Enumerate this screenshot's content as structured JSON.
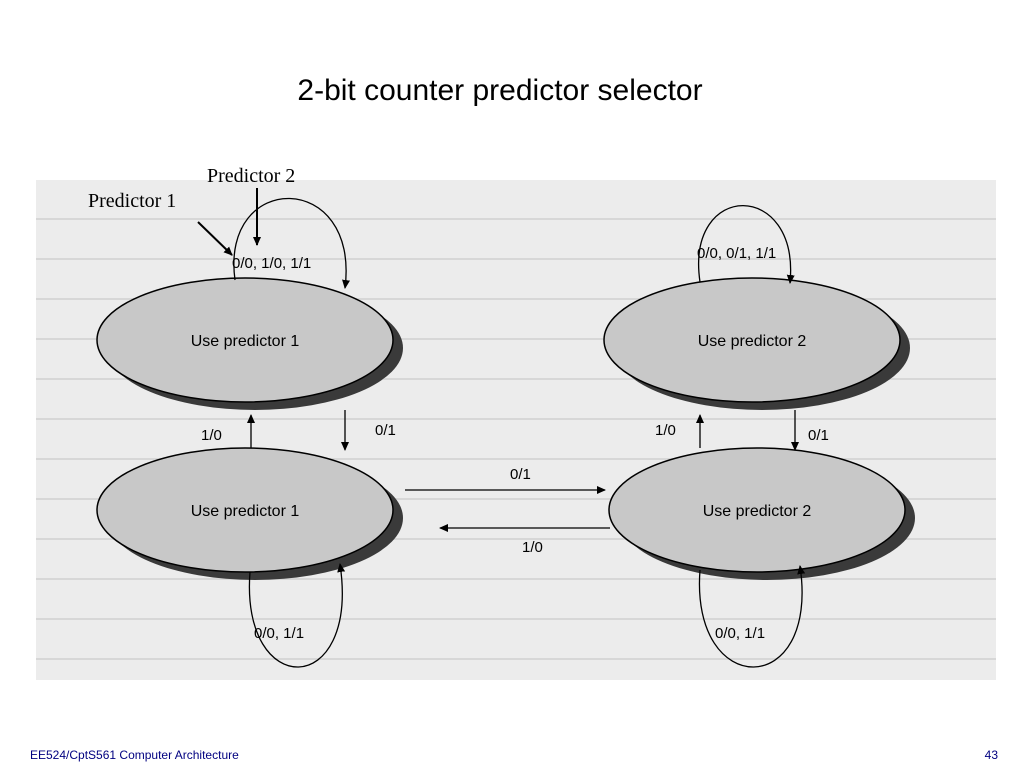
{
  "slide": {
    "title": "2-bit counter predictor selector",
    "footer_left": "EE524/CptS561 Computer Architecture",
    "page_number": "43"
  },
  "annotations": {
    "predictor_1": "Predictor 1",
    "predictor_2": "Predictor 2"
  },
  "states": {
    "s1": "Use predictor 1",
    "s2": "Use predictor 2",
    "s3": "Use predictor 1",
    "s4": "Use predictor 2"
  },
  "edges": {
    "self_s1": "0/0, 1/0, 1/1",
    "self_s2": "0/0, 0/1, 1/1",
    "self_s3": "0/0, 1/1",
    "self_s4": "0/0, 1/1",
    "s3_to_s1": "1/0",
    "s1_to_s3": "0/1",
    "s4_to_s2": "1/0",
    "s2_to_s4": "0/1",
    "s3_to_s4": "0/1",
    "s4_to_s3": "1/0"
  }
}
